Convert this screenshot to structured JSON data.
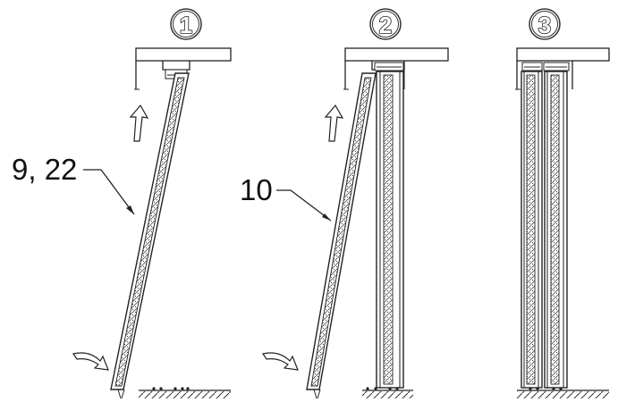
{
  "steps": [
    {
      "number": "1"
    },
    {
      "number": "2"
    },
    {
      "number": "3"
    }
  ],
  "callouts": [
    {
      "label": "9, 22"
    },
    {
      "label": "10"
    }
  ],
  "icons": {
    "lift_arrow": "up-arrow-icon",
    "swing_arrow": "curved-arrow-icon"
  }
}
